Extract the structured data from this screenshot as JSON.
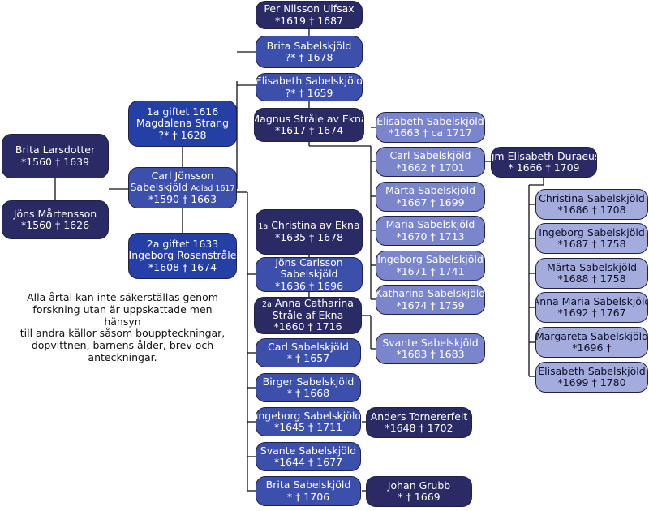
{
  "nodes": {
    "brita_larsdotter": {
      "name": "Brita Larsdotter",
      "dates": "*1560 † 1639"
    },
    "jons_martensson": {
      "name": "Jöns Mårtensson",
      "dates": "*1560 † 1626"
    },
    "magdalena": {
      "line1": "1a giftet 1616",
      "name": "Magdalena Strang",
      "dates": "?* † 1628"
    },
    "carl_jonsson": {
      "line1": "Carl Jönsson",
      "name": "Sabelskjöld",
      "note": "Adlad 1617",
      "dates": "*1590 † 1663"
    },
    "ingeborg_r": {
      "line1": "2a giftet 1633",
      "name": "Ingeborg Rosenstråle",
      "dates": "*1608 † 1674"
    },
    "per_nilsson": {
      "name": "Per Nilsson Ulfsax",
      "dates": "*1619 † 1687"
    },
    "brita_s1": {
      "name": "Brita Sabelskjöld",
      "dates": "?* † 1678"
    },
    "elisabeth_s1": {
      "name": "Elisabeth Sabelskjöld",
      "dates": "?* † 1659"
    },
    "magnus": {
      "name": "Magnus Stråle av Ekna",
      "dates": "*1617 † 1674"
    },
    "christina_ekna": {
      "prefix": "1a",
      "name": "Christina av Ekna",
      "dates": "*1635 † 1678"
    },
    "jons_carlsson": {
      "line1": "Jöns Carlsson",
      "name": "Sabelskjöld",
      "dates": "*1636 † 1696"
    },
    "anna_catharina": {
      "prefix": "2a",
      "line1": "Anna Catharina",
      "name": "Stråle af Ekna",
      "dates": "*1660 † 1716"
    },
    "carl_s1": {
      "name": "Carl Sabelskjöld",
      "dates": "* † 1657"
    },
    "birger": {
      "name": "Birger Sabelskjöld",
      "dates": "* † 1668"
    },
    "ingeborg_s": {
      "name": "Ingeborg Sabelskjöld",
      "dates": "*1645 † 1711"
    },
    "anders": {
      "name": "Anders Tornererfelt",
      "dates": "*1648 † 1702"
    },
    "svante_s1": {
      "name": "Svante Sabelskjöld",
      "dates": "*1644 † 1677"
    },
    "brita_s2": {
      "name": "Brita Sabelskjöld",
      "dates": "* † 1706"
    },
    "johan_grubb": {
      "name": "Johan Grubb",
      "dates": "* † 1669"
    },
    "elisabeth_s2": {
      "name": "Elisabeth Sabelskjöld",
      "dates": "*1663 † ca 1717"
    },
    "carl_s2": {
      "name": "Carl Sabelskjöld",
      "dates": "*1662 † 1701"
    },
    "marta_s1": {
      "name": "Märta Sabelskjöld",
      "dates": "*1667 † 1699"
    },
    "maria_s": {
      "name": "Maria Sabelskjöld",
      "dates": "*1670 † 1713"
    },
    "ingeborg_s2": {
      "name": "Ingeborg Sabelskjöld",
      "dates": "*1671 † 1741"
    },
    "katharina_s": {
      "name": "Katharina Sabelskjöld",
      "dates": "*1674 † 1759"
    },
    "svante_s2": {
      "name": "Svante Sabelskjöld",
      "dates": "*1683 † 1683"
    },
    "elisabeth_duraeus": {
      "name": "gm Elisabeth Duraeus",
      "dates": "* 1666 † 1709"
    },
    "christina_s": {
      "name": "Christina Sabelskjöld",
      "dates": "*1686 † 1708"
    },
    "ingeborg_s3": {
      "name": "Ingeborg Sabelskjöld",
      "dates": "*1687 † 1758"
    },
    "marta_s2": {
      "name": "Märta Sabelskjöld",
      "dates": "*1688 † 1758"
    },
    "anna_maria_s": {
      "name": "Anna Maria Sabelskjöld",
      "dates": "*1692 † 1767"
    },
    "margareta_s": {
      "name": "Margareta Sabelskjöld",
      "dates": "*1696 †"
    },
    "elisabeth_s3": {
      "name": "Elisabeth Sabelskjöld",
      "dates": "*1699 † 1780"
    }
  },
  "note": {
    "lines": [
      "Alla årtal kan inte säkerställas genom",
      "forskning utan är uppskattade men hänsyn",
      "till andra källor såsom bouppteckningar,",
      "dopvittnen, barnens ålder, brev och",
      "anteckningar."
    ]
  },
  "colors": {
    "line": "#111111",
    "dark": "#2a2a64",
    "blue": "#243fa6",
    "mid": "#3c4fab",
    "light": "#7b85cc",
    "pale": "#a3acdc"
  }
}
